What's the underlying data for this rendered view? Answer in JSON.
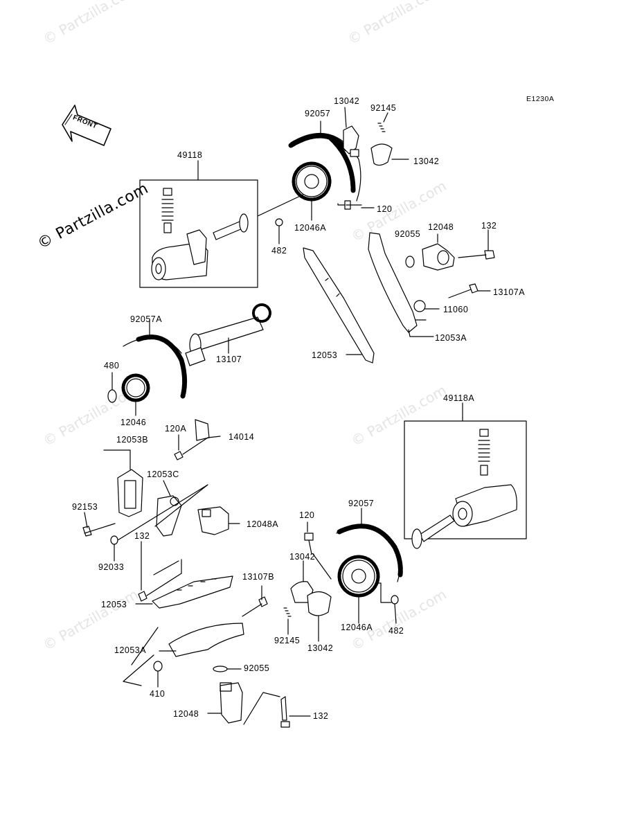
{
  "diagram_code": "E1230A",
  "front_label": "FRONT",
  "watermark": "© Partzilla.com",
  "parts": [
    {
      "id": "p49118",
      "label": "49118"
    },
    {
      "id": "p92057",
      "label": "92057"
    },
    {
      "id": "p13042a",
      "label": "13042"
    },
    {
      "id": "p92145a",
      "label": "92145"
    },
    {
      "id": "p13042b",
      "label": "13042"
    },
    {
      "id": "p120a",
      "label": "120"
    },
    {
      "id": "p482a",
      "label": "482"
    },
    {
      "id": "p12046A",
      "label": "12046A"
    },
    {
      "id": "p92055a",
      "label": "92055"
    },
    {
      "id": "p12048a",
      "label": "12048"
    },
    {
      "id": "p132a",
      "label": "132"
    },
    {
      "id": "p13107A",
      "label": "13107A"
    },
    {
      "id": "p11060",
      "label": "11060"
    },
    {
      "id": "p12053Aa",
      "label": "12053A"
    },
    {
      "id": "p12053a",
      "label": "12053"
    },
    {
      "id": "p92057A",
      "label": "92057A"
    },
    {
      "id": "p13107",
      "label": "13107"
    },
    {
      "id": "p480",
      "label": "480"
    },
    {
      "id": "p12046",
      "label": "12046"
    },
    {
      "id": "p120A",
      "label": "120A"
    },
    {
      "id": "p14014",
      "label": "14014"
    },
    {
      "id": "p12053B",
      "label": "12053B"
    },
    {
      "id": "p12053C",
      "label": "12053C"
    },
    {
      "id": "p92153",
      "label": "92153"
    },
    {
      "id": "p12048A",
      "label": "12048A"
    },
    {
      "id": "p132b",
      "label": "132"
    },
    {
      "id": "p92033",
      "label": "92033"
    },
    {
      "id": "p49118A",
      "label": "49118A"
    },
    {
      "id": "p92057b",
      "label": "92057"
    },
    {
      "id": "p120b",
      "label": "120"
    },
    {
      "id": "p13042c",
      "label": "13042"
    },
    {
      "id": "p13107B",
      "label": "13107B"
    },
    {
      "id": "p12053b",
      "label": "12053"
    },
    {
      "id": "p92145b",
      "label": "92145"
    },
    {
      "id": "p13042d",
      "label": "13042"
    },
    {
      "id": "p12046Ab",
      "label": "12046A"
    },
    {
      "id": "p482b",
      "label": "482"
    },
    {
      "id": "p12053Ab",
      "label": "12053A"
    },
    {
      "id": "p92055b",
      "label": "92055"
    },
    {
      "id": "p410",
      "label": "410"
    },
    {
      "id": "p12048b",
      "label": "12048"
    },
    {
      "id": "p132c",
      "label": "132"
    }
  ]
}
